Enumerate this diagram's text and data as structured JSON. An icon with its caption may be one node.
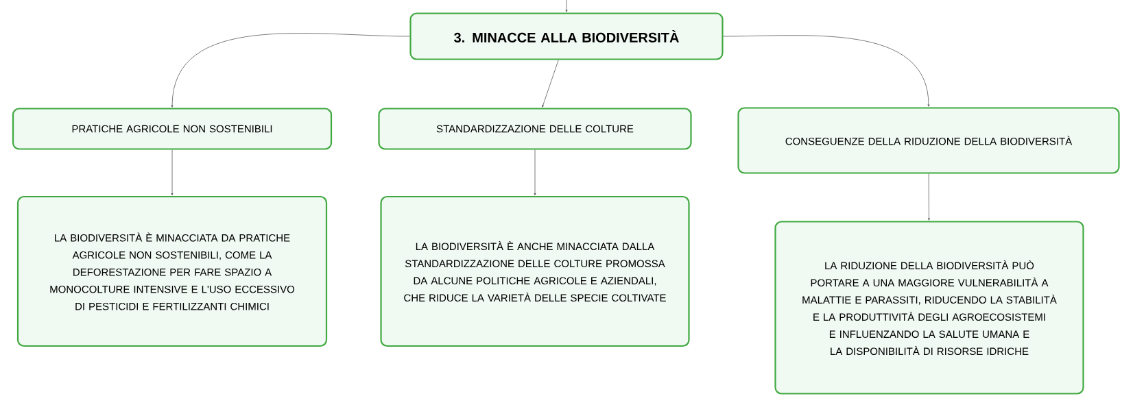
{
  "diagram": {
    "nodes": [
      {
        "text": [
          "3. MINACCE ALLA BIODIVERSITÀ"
        ]
      },
      {
        "text": [
          "PRATICHE AGRICOLE NON SOSTENIBILI"
        ]
      },
      {
        "text": [
          "STANDARDIZZAZIONE DELLE COLTURE"
        ]
      },
      {
        "text": [
          "CONSEGUENZE DELLA RIDUZIONE DELLA BIODIVERSITÀ"
        ]
      },
      {
        "text": [
          "LA BIODIVERSITÀ È MINACCIATA DA PRATICHE AGRICOLE NON SOSTENIBILI, COME LA DEFORESTAZIONE PER FARE SPAZIO A MONOCOLTURE INTENSIVE E L'USO ECCESSIVO DI PESTICIDI E FERTILIZZANTI CHIMICI"
        ]
      },
      {
        "text": [
          "LA BIODIVERSITÀ È ANCHE MINACCIATA DALLA STANDARDIZZAZIONE DELLE COLTURE PROMOSSA DA ALCUNE POLITICHE AGRICOLE E AZIENDALI, CHE RIDUCE LA VARIETÀ DELLE SPECIE COLTIVATE"
        ]
      },
      {
        "text": [
          "LA RIDUZIONE DELLA BIODIVERSITÀ PUÒ PORTARE A UNA MAGGIORE VULNERABILITÀ A MALATTIE E PARASSITI, RIDUCENDO LA STABILITÀ E LA PRODUTTIVITÀ DEGLI AGROECOSISTEMI E INFLUENZANDO LA SALUTE UMANA E LA DISPONIBILITÀ DI RISORSE IDRICHE"
        ]
      }
    ],
    "edges": [
      {
        "from": null,
        "to": 0,
        "arrow": "to"
      },
      {
        "from": 0,
        "to": 1,
        "arrow": "to"
      },
      {
        "from": 0,
        "to": 2,
        "arrow": "to"
      },
      {
        "from": 0,
        "to": 3,
        "arrow": "to"
      },
      {
        "from": 1,
        "to": 4,
        "arrow": "to"
      },
      {
        "from": 2,
        "to": 5,
        "arrow": "to"
      },
      {
        "from": 3,
        "to": 6,
        "arrow": "to"
      }
    ]
  }
}
